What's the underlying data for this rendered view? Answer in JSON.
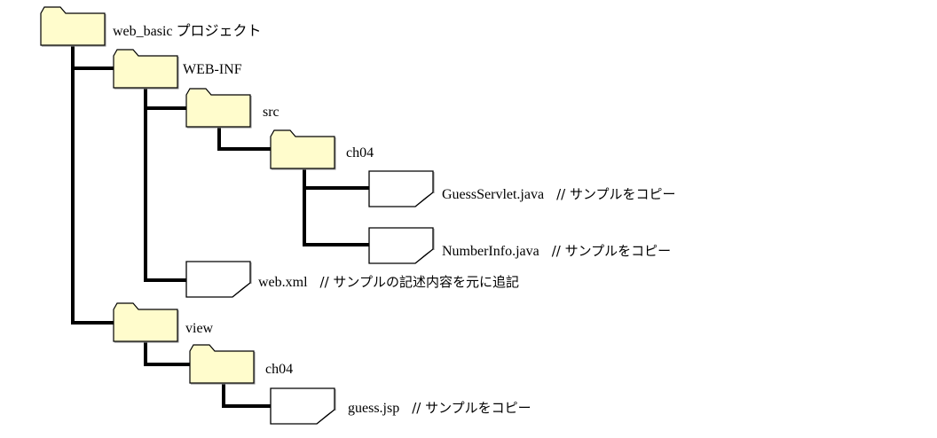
{
  "diagram": {
    "title": "web_basic project directory tree",
    "colors": {
      "folder_fill": "#fffccc",
      "file_fill": "#ffffff",
      "fold_fill": "#c8c8c8",
      "line": "#000000"
    },
    "nodes": [
      {
        "id": "root",
        "type": "folder",
        "name": "web_basic プロジェクト",
        "comment": ""
      },
      {
        "id": "webinf",
        "type": "folder",
        "name": "WEB-INF",
        "comment": ""
      },
      {
        "id": "src",
        "type": "folder",
        "name": "src",
        "comment": ""
      },
      {
        "id": "src-ch04",
        "type": "folder",
        "name": "ch04",
        "comment": ""
      },
      {
        "id": "guessservlet",
        "type": "file",
        "name": "GuessServlet.java",
        "comment": "// サンプルをコピー"
      },
      {
        "id": "numberinfo",
        "type": "file",
        "name": "NumberInfo.java",
        "comment": "// サンプルをコピー"
      },
      {
        "id": "webxml",
        "type": "file",
        "name": "web.xml",
        "comment": "// サンプルの記述内容を元に追記"
      },
      {
        "id": "view",
        "type": "folder",
        "name": "view",
        "comment": ""
      },
      {
        "id": "view-ch04",
        "type": "folder",
        "name": "ch04",
        "comment": ""
      },
      {
        "id": "guessjsp",
        "type": "file",
        "name": "guess.jsp",
        "comment": "// サンプルをコピー"
      }
    ]
  }
}
